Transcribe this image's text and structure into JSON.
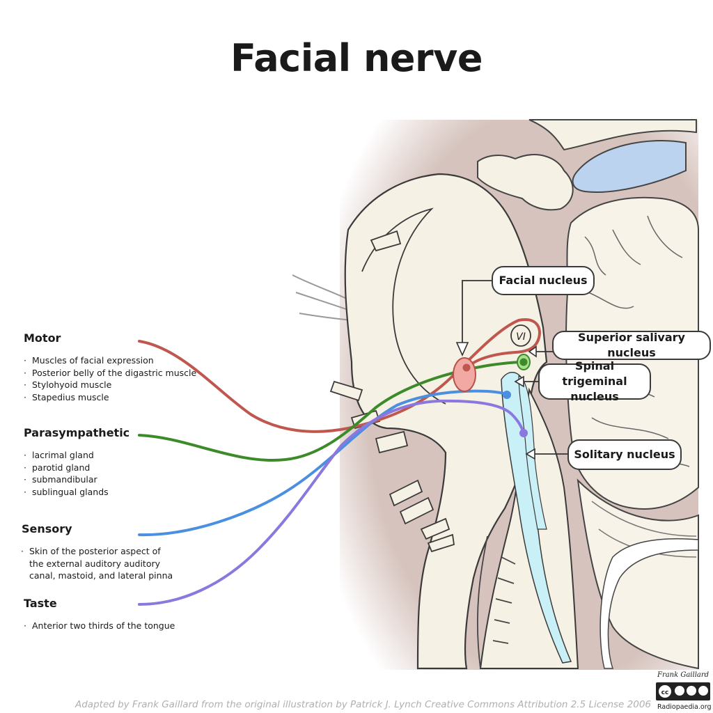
{
  "title": "Facial nerve",
  "groups": {
    "motor": {
      "heading": "Motor",
      "items": [
        "Muscles of facial expression",
        "Posterior belly of the digastric muscle",
        "Stylohyoid muscle",
        "Stapedius muscle"
      ]
    },
    "parasympathetic": {
      "heading": "Parasympathetic",
      "items": [
        "lacrimal gland",
        "parotid gland",
        "submandibular",
        "sublingual glands"
      ]
    },
    "sensory": {
      "heading": "Sensory",
      "items": [
        "Skin of the posterior aspect of the external auditory auditory canal, mastoid, and lateral pinna"
      ]
    },
    "taste": {
      "heading": "Taste",
      "items": [
        "Anterior two thirds of the tongue"
      ]
    }
  },
  "labels": {
    "facial_nucleus": "Facial nucleus",
    "superior_salivary_nucleus": "Superior salivary nucleus",
    "spinal_trigeminal_nucleus": "Spinal trigeminal nucleus",
    "solitary_nucleus": "Solitary nucleus",
    "vi": "VI"
  },
  "colors": {
    "motor": "#c0574e",
    "parasympathetic": "#3d8a2a",
    "sensory": "#4a8fe0",
    "taste": "#8a78de",
    "brainstem_fill": "#f5f1e4",
    "background_tissue": "#d6c3bd",
    "ventricle": "#bcd3ef",
    "trigeminal_column": "#c8f0f6"
  },
  "footer": {
    "credit": "Adapted by Frank Gaillard from the original illustration by Patrick J. Lynch Creative Commons Attribution 2.5 License 2006",
    "signature": "Frank Gaillard",
    "site": "Radiopaedia.org"
  }
}
